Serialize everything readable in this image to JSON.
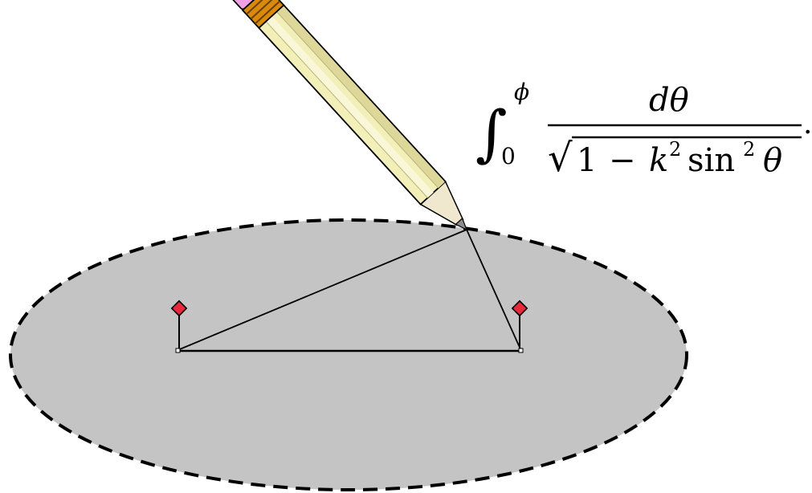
{
  "colors": {
    "background": "#ffffff",
    "ellipse_fill": "#c4c4c4",
    "outline": "#000000",
    "pin_head": "#e8283c",
    "pencil_body": "#f3efb8",
    "pencil_stripe": "#faf7d8",
    "pencil_shadow": "#ddd79a",
    "ferrule": "#d98a0c",
    "eraser": "#f2a0e6",
    "wood_tip": "#efe8cf",
    "graphite": "#8c8c8c"
  },
  "formula": {
    "integral_sign": "∫",
    "upper_limit": "ϕ",
    "lower_limit": "0",
    "numerator": "dθ",
    "radical": "√",
    "denominator_one": "1",
    "minus": "−",
    "k": "k",
    "exp1": "2",
    "sin": "sin",
    "exp2": "2",
    "theta": "θ",
    "trailing_dot": "."
  },
  "icons": {
    "pencil": "pencil-icon",
    "pin": "pin-icon"
  }
}
